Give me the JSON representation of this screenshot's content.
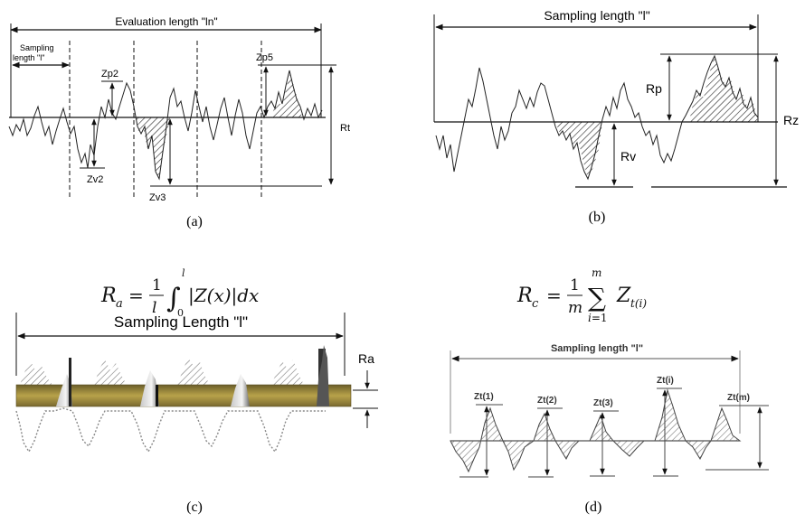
{
  "panel_a": {
    "eval_length_label": "Evaluation length \"ln\"",
    "sampling_length_label_1": "Sampling",
    "sampling_length_label_2": "length \"l\"",
    "zp2": "Zp2",
    "zp5": "Zp5",
    "zv2": "Zv2",
    "zv3": "Zv3",
    "rt": "Rt",
    "caption": "(a)"
  },
  "panel_b": {
    "sampling_length_label": "Sampling length \"l\"",
    "rp": "Rp",
    "rv": "Rv",
    "rz": "Rz",
    "caption": "(b)"
  },
  "panel_c": {
    "formula_lhs": "R",
    "formula_sub": "a",
    "formula_rest": "= 1/l ∫ |Z(x)| dx",
    "sampling_length_label": "Sampling Length \"l\"",
    "ra": "Ra",
    "caption": "(c)"
  },
  "panel_d": {
    "formula_lhs": "R",
    "formula_sub": "c",
    "formula_rest": "= 1/m ∑ Z",
    "sampling_length_label": "Sampling length \"l\"",
    "zt1": "Zt(1)",
    "zt2": "Zt(2)",
    "zt3": "Zt(3)",
    "zti": "Zt(i)",
    "ztm": "Zt(m)",
    "caption": "(d)"
  }
}
